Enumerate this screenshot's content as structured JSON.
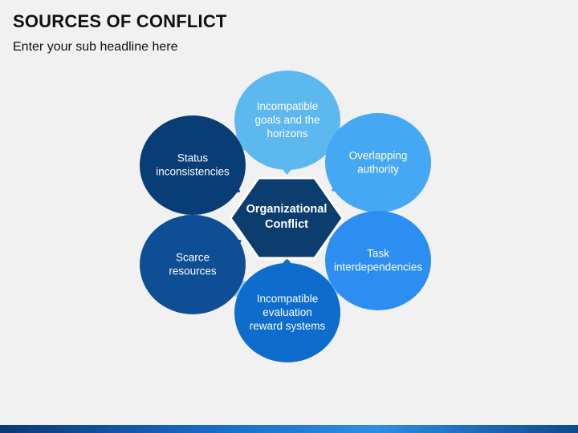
{
  "header": {
    "title": "SOURCES OF CONFLICT",
    "subtitle": "Enter your sub headline here"
  },
  "diagram": {
    "center": {
      "line1": "Organizational",
      "line2": "Conflict",
      "color": "#0b3d6e"
    },
    "nodes": [
      {
        "lines": [
          "Incompatible",
          "goals and the",
          "horizons"
        ],
        "color": "#5db8f0"
      },
      {
        "lines": [
          "Overlapping",
          "authority"
        ],
        "color": "#45a8f4"
      },
      {
        "lines": [
          "Task",
          "interdependencies"
        ],
        "color": "#2b8ef0"
      },
      {
        "lines": [
          "Incompatible",
          "evaluation",
          "reward systems"
        ],
        "color": "#0d6ccc"
      },
      {
        "lines": [
          "Scarce",
          "resources"
        ],
        "color": "#0e4e94"
      },
      {
        "lines": [
          "Status",
          "inconsistencies"
        ],
        "color": "#083d75"
      }
    ],
    "connector_color": "#92c9f2"
  }
}
